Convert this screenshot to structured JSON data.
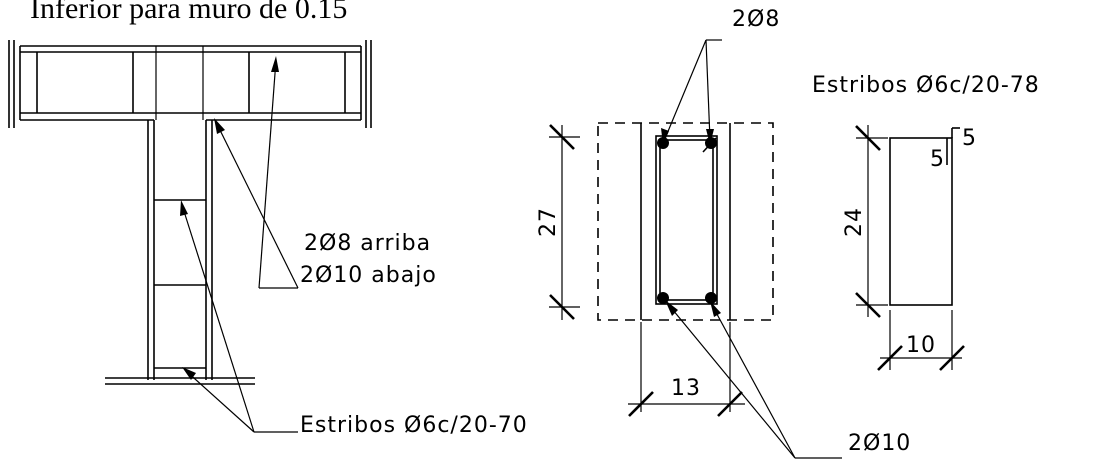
{
  "title": "Inferior para muro de 0.15",
  "labels": {
    "bars_top_bottom_line1": "2Ø8 arriba",
    "bars_top_bottom_line2": "2Ø10 abajo",
    "stirrups_elevation": "Estribos Ø6c/20-70",
    "top_bars": "2Ø8",
    "bottom_bars": "2Ø10",
    "stirrups_detail": "Estribos Ø6c/20-78"
  },
  "dimensions": {
    "section_height": "27",
    "section_width": "13",
    "stirrup_height": "24",
    "stirrup_width": "10",
    "hook_outer": "5",
    "hook_inner": "5"
  }
}
